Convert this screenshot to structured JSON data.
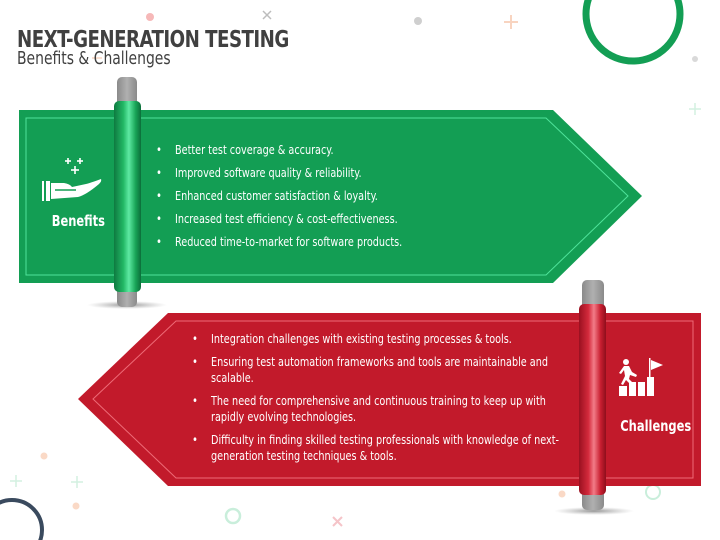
{
  "header": {
    "title": "NEXT-GENERATION TESTING",
    "subtitle": "Benefits & Challenges"
  },
  "benefits": {
    "label": "Benefits",
    "icon": "hand-with-sparkles-icon",
    "color": "#139E54",
    "border_color": "#4FE39A",
    "items": [
      "Better test coverage & accuracy.",
      "Improved software quality & reliability.",
      "Enhanced customer satisfaction & loyalty.",
      "Increased test efficiency & cost-effectiveness.",
      "Reduced time-to-market for software products."
    ]
  },
  "challenges": {
    "label": "Challenges",
    "icon": "person-climbing-steps-flag-icon",
    "color": "#C21A2B",
    "border_color": "#EE6B77",
    "items": [
      "Integration challenges with existing testing processes & tools.",
      "Ensuring test automation frameworks and tools are maintainable and scalable.",
      "The need for comprehensive and continuous training to keep up with rapidly evolving technologies.",
      "Difficulty in finding skilled testing professionals with knowledge of next-generation testing techniques & tools."
    ]
  },
  "bullet": "•"
}
